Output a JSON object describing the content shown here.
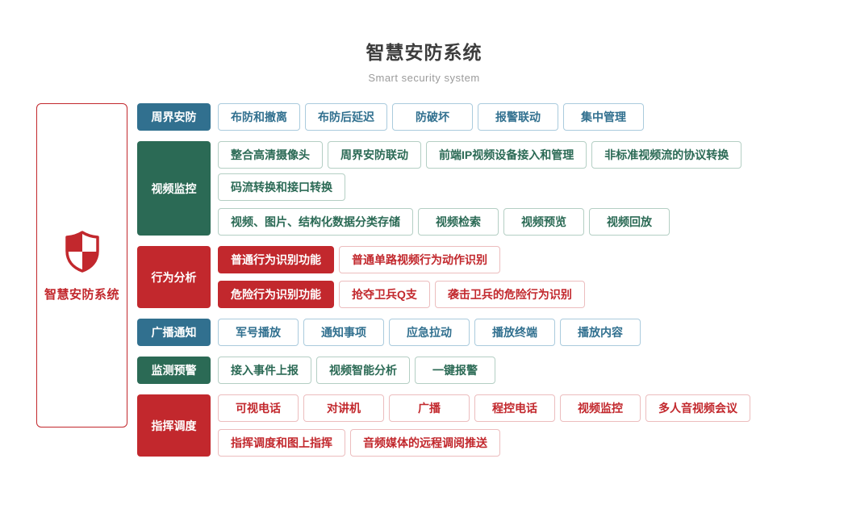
{
  "header": {
    "title": "智慧安防系统",
    "subtitle": "Smart security system"
  },
  "system": {
    "label": "智慧安防系统",
    "icon": "shield-icon"
  },
  "colors": {
    "blue": "#31708F",
    "green": "#2B6A55",
    "red": "#C2282D",
    "title_text": "#3C3C3C",
    "subtitle_text": "#9B9B9B"
  },
  "sections": [
    {
      "label": "周界安防",
      "color": "blue",
      "lines": [
        [
          {
            "text": "布防和撤离"
          },
          {
            "text": "布防后延迟"
          },
          {
            "text": "防破坏"
          },
          {
            "text": "报警联动"
          },
          {
            "text": "集中管理"
          }
        ]
      ]
    },
    {
      "label": "视频监控",
      "color": "green",
      "lines": [
        [
          {
            "text": "整合高清摄像头"
          },
          {
            "text": "周界安防联动"
          },
          {
            "text": "前端IP视频设备接入和管理"
          },
          {
            "text": "非标准视频流的协议转换"
          },
          {
            "text": "码流转换和接口转换"
          }
        ],
        [
          {
            "text": "视频、图片、结构化数据分类存储"
          },
          {
            "text": "视频检索"
          },
          {
            "text": "视频预览"
          },
          {
            "text": "视频回放"
          }
        ]
      ]
    },
    {
      "label": "行为分析",
      "color": "red",
      "lines": [
        [
          {
            "text": "普通行为识别功能",
            "solid": true
          },
          {
            "text": "普通单路视频行为动作识别"
          }
        ],
        [
          {
            "text": "危险行为识别功能",
            "solid": true
          },
          {
            "text": "抢夺卫兵Q支"
          },
          {
            "text": "袭击卫兵的危险行为识别"
          }
        ]
      ]
    },
    {
      "label": "广播通知",
      "color": "blue",
      "lines": [
        [
          {
            "text": "军号播放"
          },
          {
            "text": "通知事项"
          },
          {
            "text": "应急拉动"
          },
          {
            "text": "播放终端"
          },
          {
            "text": "播放内容"
          }
        ]
      ]
    },
    {
      "label": "监测预警",
      "color": "green",
      "lines": [
        [
          {
            "text": "接入事件上报"
          },
          {
            "text": "视频智能分析"
          },
          {
            "text": "一键报警"
          }
        ]
      ]
    },
    {
      "label": "指挥调度",
      "color": "red",
      "lines": [
        [
          {
            "text": "可视电话"
          },
          {
            "text": "对讲机"
          },
          {
            "text": "广播"
          },
          {
            "text": "程控电话"
          },
          {
            "text": "视频监控"
          },
          {
            "text": "多人音视频会议"
          }
        ],
        [
          {
            "text": "指挥调度和图上指挥"
          },
          {
            "text": "音频媒体的远程调阅推送"
          }
        ]
      ]
    }
  ]
}
